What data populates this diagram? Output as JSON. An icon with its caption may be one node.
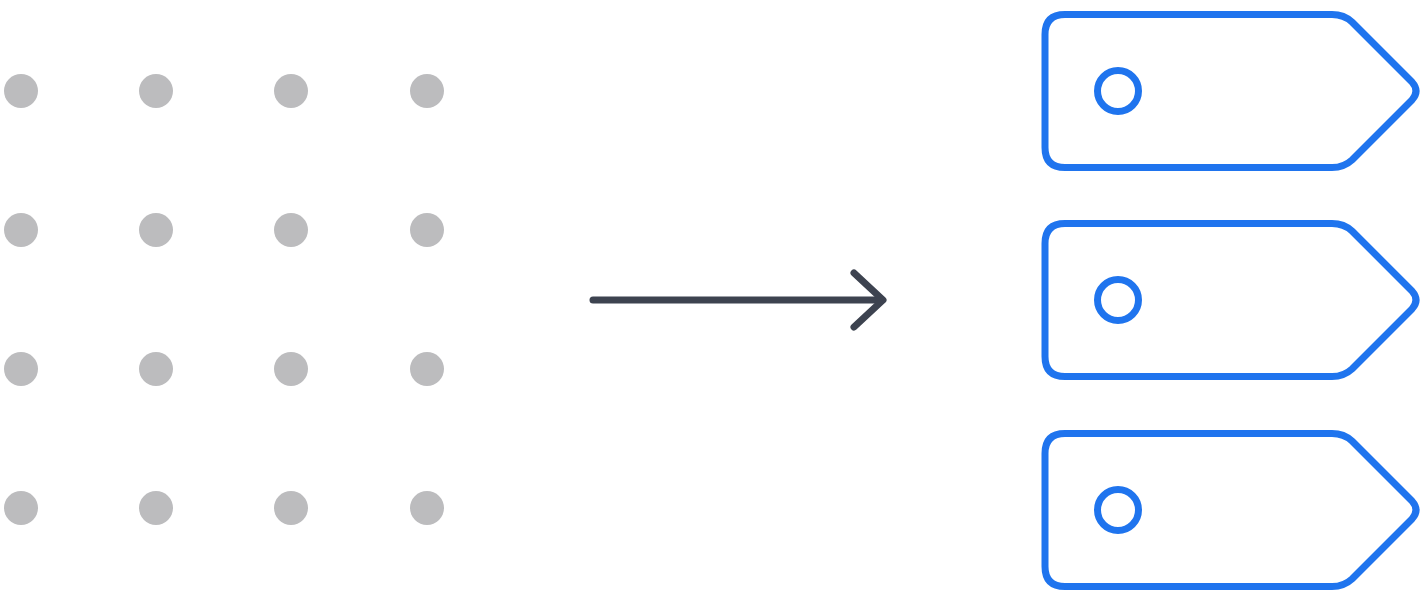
{
  "diagram": {
    "nodes": [
      {
        "text": [],
        "shape": "circle"
      },
      {
        "text": [],
        "shape": "circle"
      },
      {
        "text": [],
        "shape": "circle"
      },
      {
        "text": [],
        "shape": "circle"
      },
      {
        "text": [],
        "shape": "circle"
      },
      {
        "text": [],
        "shape": "circle"
      },
      {
        "text": [],
        "shape": "circle"
      },
      {
        "text": [],
        "shape": "circle"
      },
      {
        "text": [],
        "shape": "circle"
      },
      {
        "text": [],
        "shape": "circle"
      },
      {
        "text": [],
        "shape": "circle"
      },
      {
        "text": [],
        "shape": "circle"
      },
      {
        "text": [],
        "shape": "circle"
      },
      {
        "text": [],
        "shape": "circle"
      },
      {
        "text": [],
        "shape": "circle"
      },
      {
        "text": [],
        "shape": "circle"
      },
      {
        "text": [],
        "shape": "tag"
      },
      {
        "text": [],
        "shape": "tag"
      },
      {
        "text": [],
        "shape": "tag"
      }
    ]
  }
}
